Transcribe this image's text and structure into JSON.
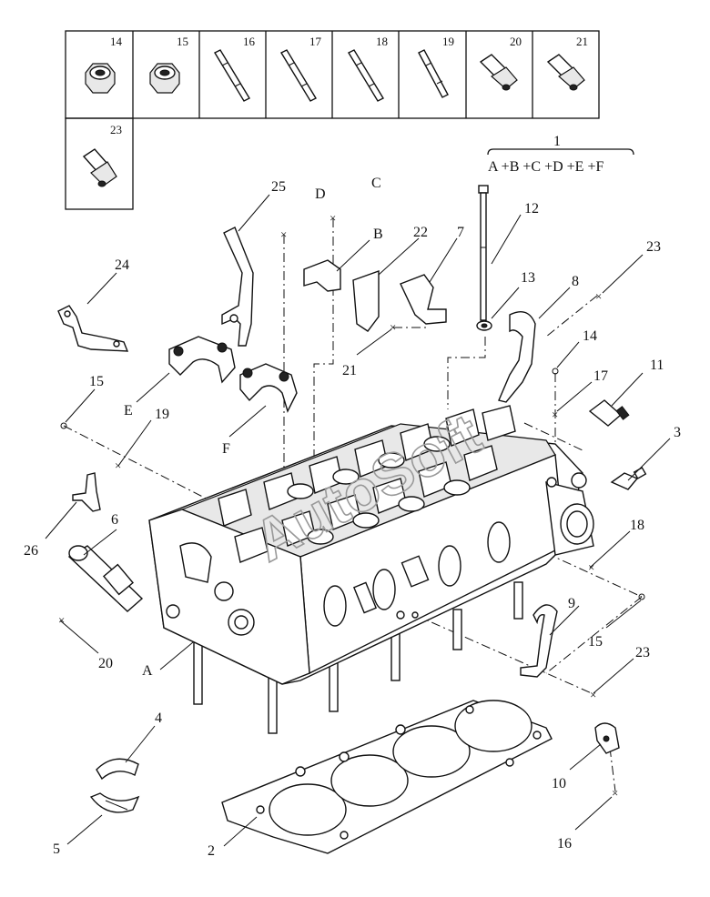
{
  "grid_labels": [
    "14",
    "15",
    "16",
    "17",
    "18",
    "19",
    "20",
    "21",
    "23"
  ],
  "assembly": {
    "number": "1",
    "formula": "A +B +C +D +E +F"
  },
  "labels": {
    "l12": "12",
    "l25": "25",
    "lD": "D",
    "lC": "C",
    "lB": "B",
    "l22": "22",
    "l7": "7",
    "l24": "24",
    "l13": "13",
    "l8": "8",
    "l23a": "23",
    "l14": "14",
    "l15a": "15",
    "l17": "17",
    "l11": "11",
    "l19": "19",
    "lE": "E",
    "lF": "F",
    "l3": "3",
    "l26": "26",
    "l6": "6",
    "l18": "18",
    "l9": "9",
    "l20": "20",
    "lA": "A",
    "l15b": "15",
    "l23b": "23",
    "l21": "21",
    "l4": "4",
    "l10": "10",
    "l5": "5",
    "l2": "2",
    "l16": "16"
  },
  "watermark": "AutoSoft"
}
